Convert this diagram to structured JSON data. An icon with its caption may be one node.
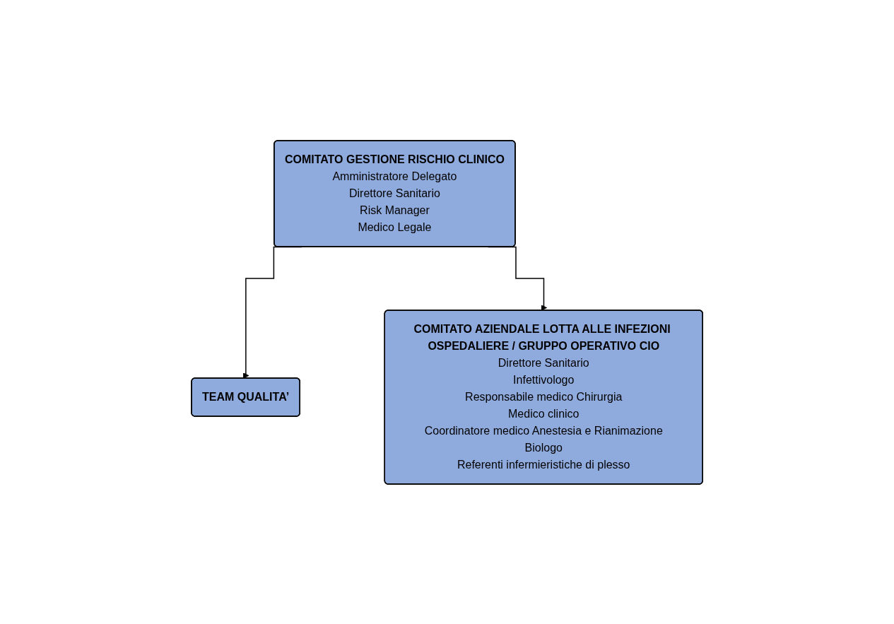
{
  "diagram": {
    "nodes": [
      {
        "text": [
          "COMITATO GESTIONE RISCHIO CLINICO",
          "Amministratore Delegato",
          "Direttore Sanitario",
          "Risk Manager",
          "Medico Legale"
        ]
      },
      {
        "text": [
          "TEAM QUALITA’"
        ]
      },
      {
        "text": [
          "COMITATO AZIENDALE LOTTA ALLE INFEZIONI OSPEDALIERE / GRUPPO OPERATIVO CIO",
          "Direttore Sanitario",
          "Infettivologo",
          "Responsabile medico Chirurgia",
          "Medico clinico",
          "Coordinatore medico Anestesia e Rianimazione",
          "Biologo",
          "Referenti infermieristiche di plesso"
        ]
      }
    ],
    "edges": [
      {
        "from": 0,
        "to": 1,
        "arrow": "to"
      },
      {
        "from": 0,
        "to": 2,
        "arrow": "to"
      }
    ]
  }
}
